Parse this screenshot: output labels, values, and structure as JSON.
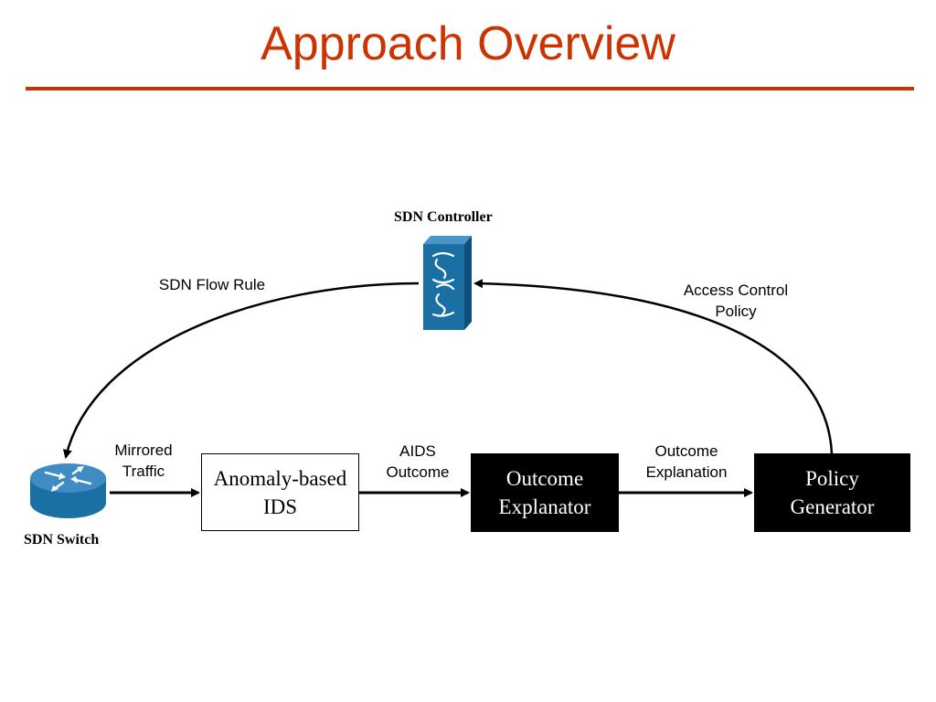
{
  "title": "Approach Overview",
  "colors": {
    "accent": "#cc3300",
    "device_blue": "#1a6fa3",
    "box_dark": "#000000"
  },
  "nodes": {
    "controller_label": "SDN Controller",
    "switch_label": "SDN Switch",
    "ids": "Anomaly-based\nIDS",
    "explanator": "Outcome\nExplanator",
    "policy": "Policy\nGenerator"
  },
  "edges": {
    "flow_rule": "SDN Flow Rule",
    "access_policy": "Access Control\nPolicy",
    "mirrored": "Mirrored\nTraffic",
    "aids": "AIDS\nOutcome",
    "explanation": "Outcome\nExplanation"
  },
  "icons": {
    "controller": "server-icon",
    "switch": "router-icon"
  }
}
